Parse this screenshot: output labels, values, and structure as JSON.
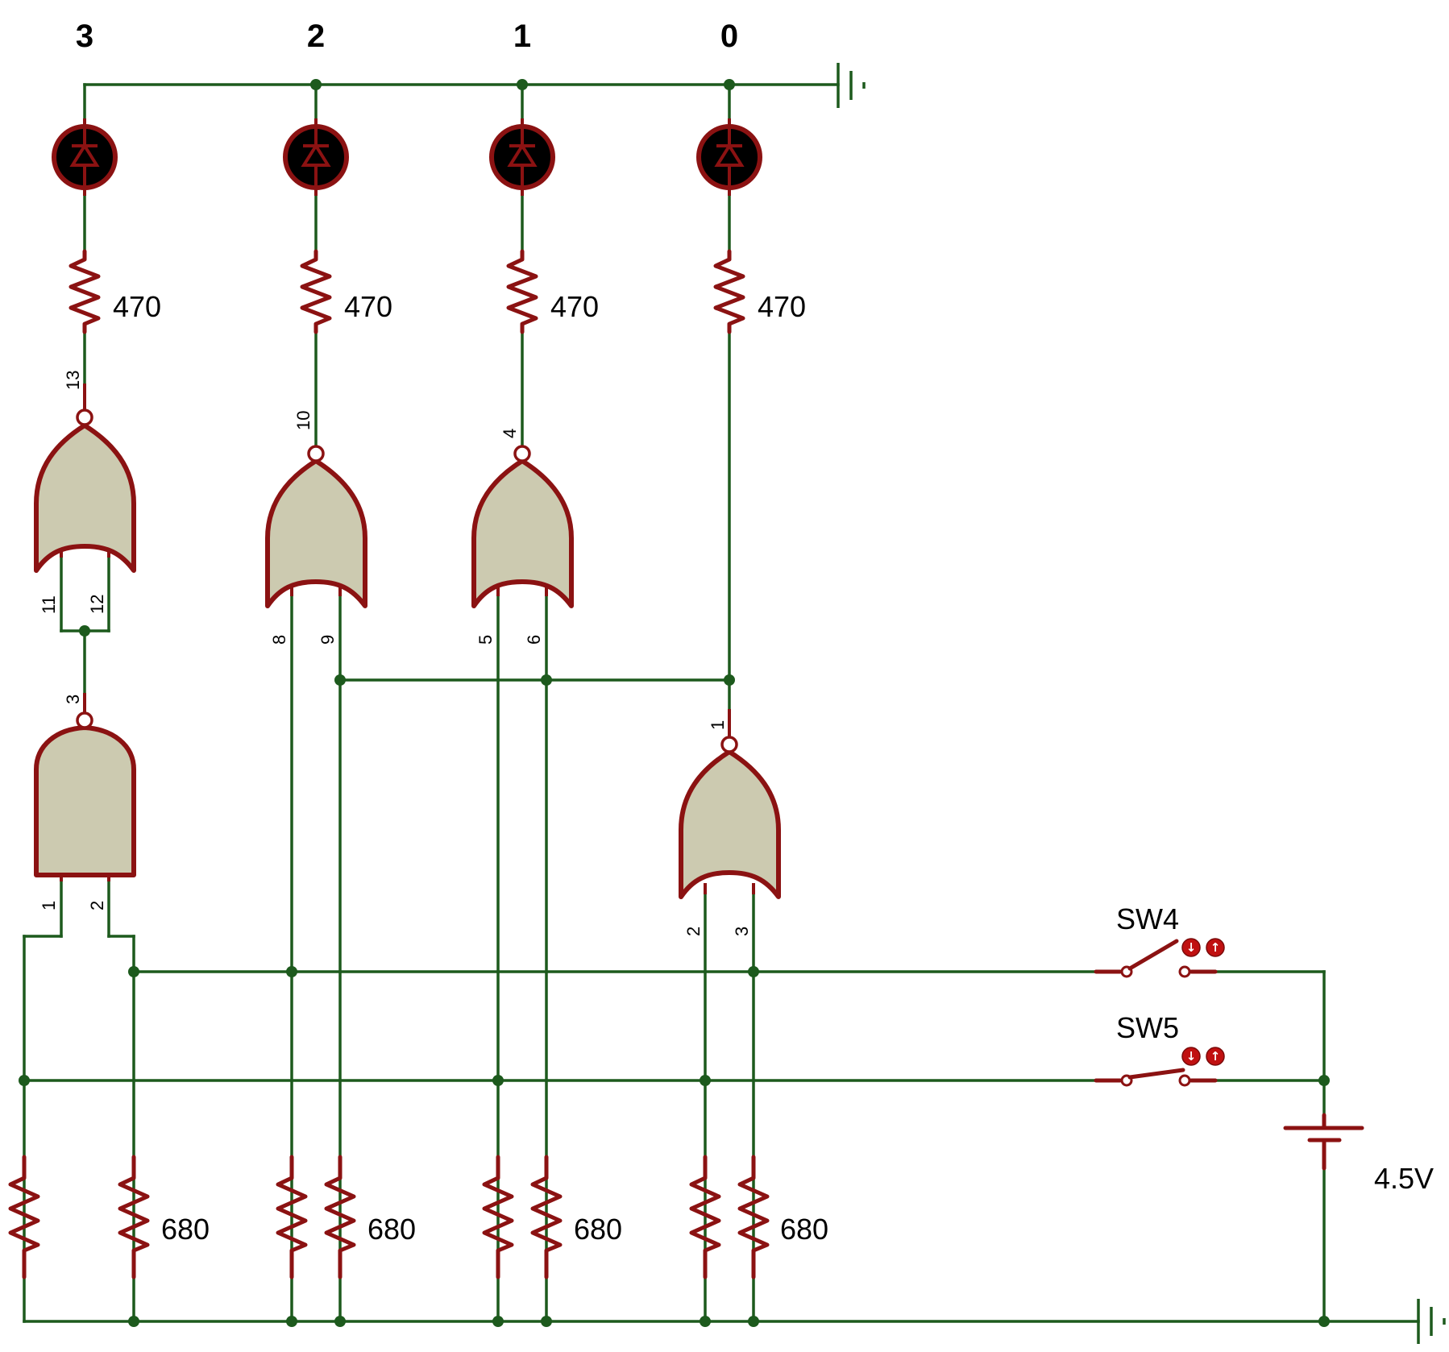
{
  "leds": [
    {
      "label": "3",
      "resistor": "470"
    },
    {
      "label": "2",
      "resistor": "470"
    },
    {
      "label": "1",
      "resistor": "470"
    },
    {
      "label": "0",
      "resistor": "470"
    }
  ],
  "pins": {
    "g1_out": "13",
    "g1_in_a": "11",
    "g1_in_b": "12",
    "g2_out": "10",
    "g2_in_a": "8",
    "g2_in_b": "9",
    "g3_out": "4",
    "g3_in_a": "5",
    "g3_in_b": "6",
    "and_out": "3",
    "and_in_a": "1",
    "and_in_b": "2",
    "g4_out": "1",
    "g4_in_a": "2",
    "g4_in_b": "3"
  },
  "pulldowns": [
    "680",
    "680",
    "680",
    "680"
  ],
  "switches": [
    {
      "name": "SW4",
      "state": "open"
    },
    {
      "name": "SW5",
      "state": "closed"
    }
  ],
  "battery": {
    "label": "4.5V"
  },
  "colors": {
    "wire": "#1d5a1d",
    "component": "#8b1212",
    "gate_fill": "#cccab0",
    "led_fill": "#000000"
  }
}
